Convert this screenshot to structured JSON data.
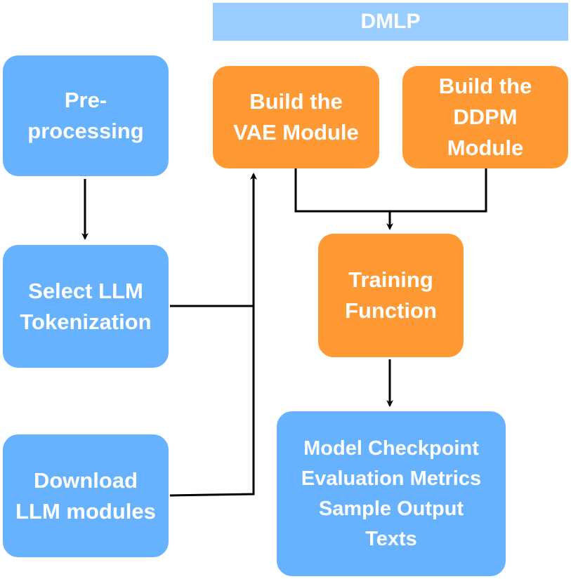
{
  "diagram": {
    "title": "DMLP",
    "nodes": {
      "preprocessing": "Pre-\nprocessing",
      "select_tokenization": "Select LLM\nTokenization",
      "download_modules": "Download\nLLM modules",
      "build_vae": "Build the\nVAE Module",
      "build_ddpm": "Build the\nDDPM\nModule",
      "training_function": "Training\nFunction",
      "outputs": "Model Checkpoint\nEvaluation Metrics\nSample Output\nTexts"
    },
    "edges": [
      {
        "from": "preprocessing",
        "to": "select_tokenization"
      },
      {
        "from": "select_tokenization",
        "to": "build_vae"
      },
      {
        "from": "download_modules",
        "to": "build_vae"
      },
      {
        "from": "build_vae",
        "to": "training_function"
      },
      {
        "from": "build_ddpm",
        "to": "training_function"
      },
      {
        "from": "training_function",
        "to": "outputs"
      }
    ],
    "colors": {
      "banner": "#99ccff",
      "input_nodes": "#66b2ff",
      "dmlp_nodes": "#ff9933",
      "text": "#ffffff",
      "connector": "#000000"
    }
  }
}
